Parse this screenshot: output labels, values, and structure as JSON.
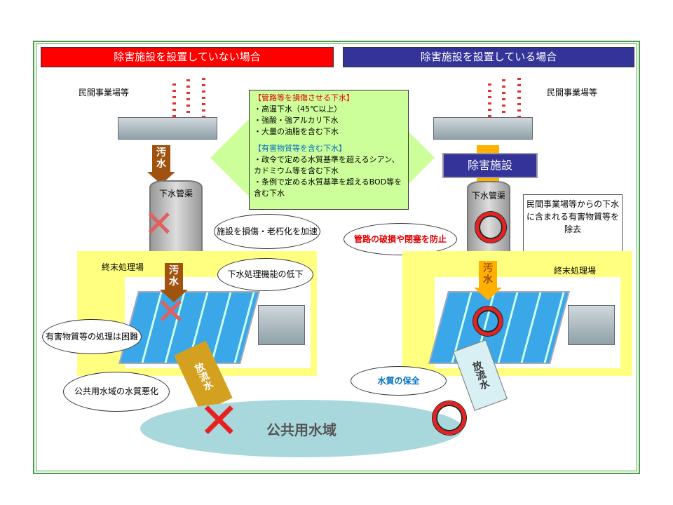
{
  "left": {
    "header": "除害施設を設置していない場合",
    "factory_label": "民間事業場等",
    "arrow1": "汚水",
    "pipe_label": "下水管渠",
    "bubble_damage": "施設を損傷・老朽化を加速",
    "plant_label": "終末処理場",
    "arrow2": "汚水",
    "bubble_function": "下水処理機能の低下",
    "bubble_hazard": "有害物質等の処理は困難",
    "arrow3": "放流水",
    "bubble_water": "公共用水域の水質悪化"
  },
  "right": {
    "header": "除害施設を設置している場合",
    "factory_label": "民間事業場等",
    "facility": "除害施設",
    "pipe_label": "下水管渠",
    "callout": "民間事業場等からの下水に含まれる有害物質等を除去",
    "pipe_bubble": "管路の破損や閉塞を防止",
    "plant_label": "終末処理場",
    "arrow2": "汚水",
    "arrow3": "放流水",
    "bubble_water": "水質の保全"
  },
  "center": {
    "title1": "【管路等を損傷させる下水】",
    "items1": [
      "・高温下水（45℃以上）",
      "・強酸・強アルカリ下水",
      "・大量の油脂を含む下水"
    ],
    "title2": "【有害物質等を含む下水】",
    "items2": [
      "・政令で定める水質基準を超えるシアン、　カドミウム等を含む下水",
      "・条例で定める水質基準を超えるBOD等を　含む下水"
    ]
  },
  "water_body": "公共用水域",
  "colors": {
    "red": "#ff0000",
    "navy": "#333399",
    "green_box": "#ccff99",
    "yellow": "#ffff80"
  }
}
